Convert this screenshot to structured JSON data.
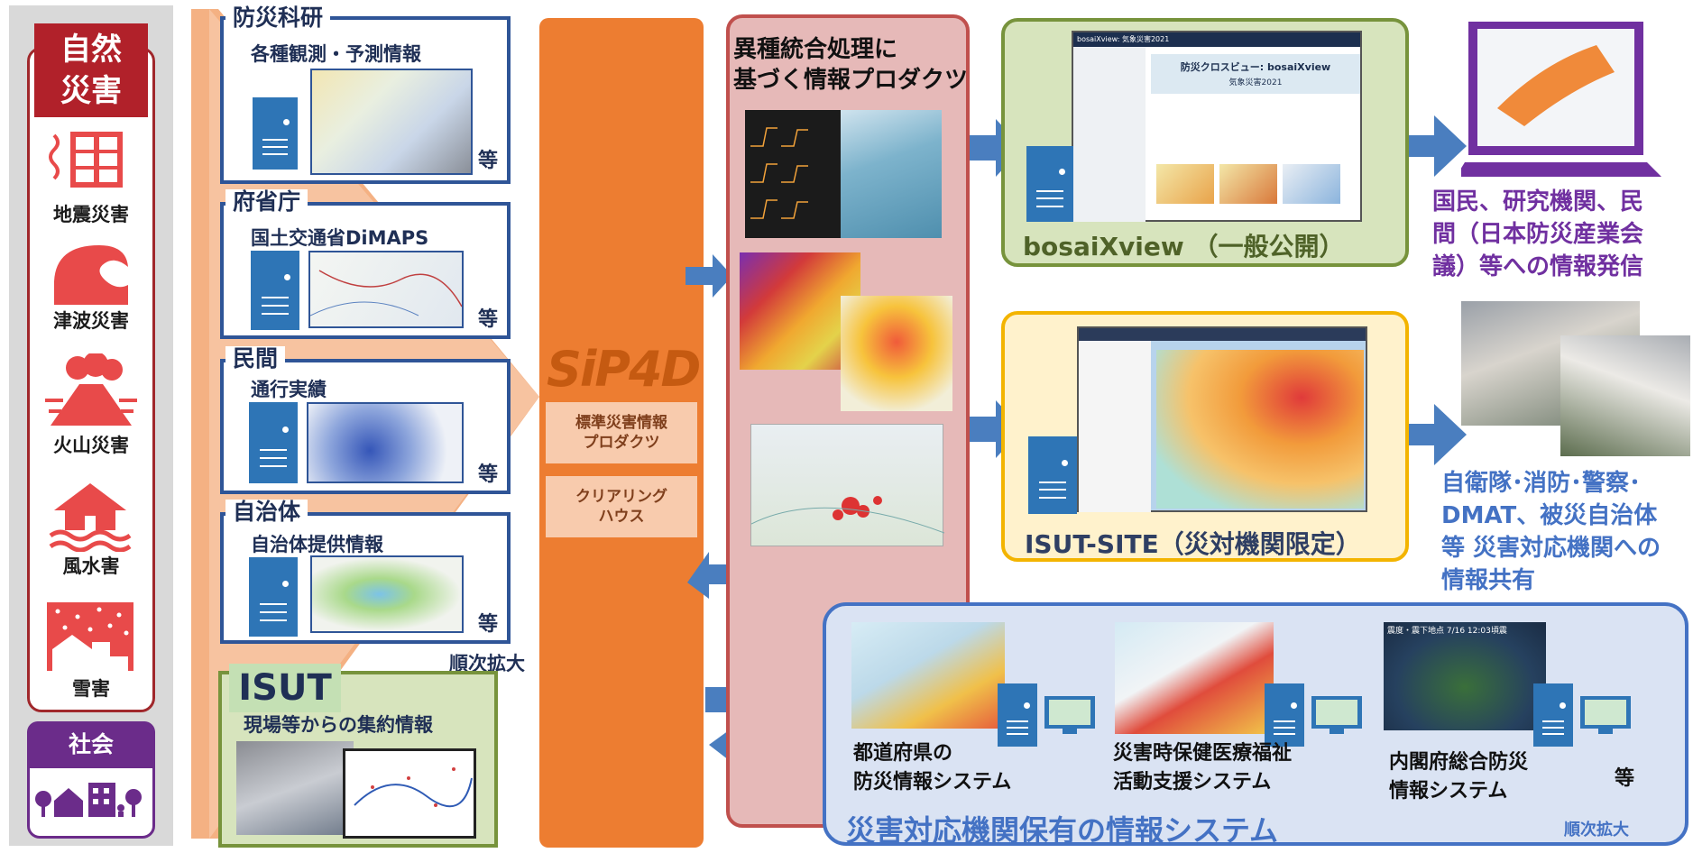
{
  "left": {
    "natural_title": "自然\n災害",
    "hazards": [
      "地震災害",
      "津波災害",
      "火山災害",
      "風水害",
      "雪害"
    ],
    "society": "社会"
  },
  "sources": [
    {
      "tab": "防災科研",
      "sub": "各種観測・予測情報",
      "etc": "等"
    },
    {
      "tab": "府省庁",
      "sub": "国土交通省DiMAPS",
      "etc": "等"
    },
    {
      "tab": "民間",
      "sub": "通行実績",
      "etc": "等"
    },
    {
      "tab": "自治体",
      "sub": "自治体提供情報",
      "etc": "等"
    }
  ],
  "expand_label": "順次拡大",
  "isut": {
    "tab": "ISUT",
    "sub": "現場等からの集約情報"
  },
  "sip4d": {
    "logo": "SiP4D",
    "product": "標準災害情報\nプロダクツ",
    "clearing": "クリアリング\nハウス"
  },
  "product_panel": {
    "title": "異種統合処理に\n基づく情報プロダクツ"
  },
  "bosai": {
    "label": "bosaiXview （一般公開）",
    "screen_title": "bosaiXview: 気象災害2021",
    "screen_heading": "防災クロスビュー: bosaiXview",
    "screen_sub": "気象災害2021"
  },
  "isut_site": {
    "label": "ISUT-SITE（災対機関限定）"
  },
  "outputs": {
    "public": "国民、研究機関、民\n間（日本防災産業会\n議）等への情報発信",
    "agencies": "自衛隊･消防･警察･\nDMAT、被災自治体\n等 災害対応機関への\n情報共有"
  },
  "systems": {
    "items": [
      "都道府県の\n防災情報システム",
      "災害時保健医療福祉\n活動支援システム",
      "内閣府総合防災\n情報システム"
    ],
    "etc": "等",
    "label": "災害対応機関保有の情報システム",
    "expand": "順次拡大",
    "map_caption": "震度・震下地点 7/16 12:03頃震"
  }
}
